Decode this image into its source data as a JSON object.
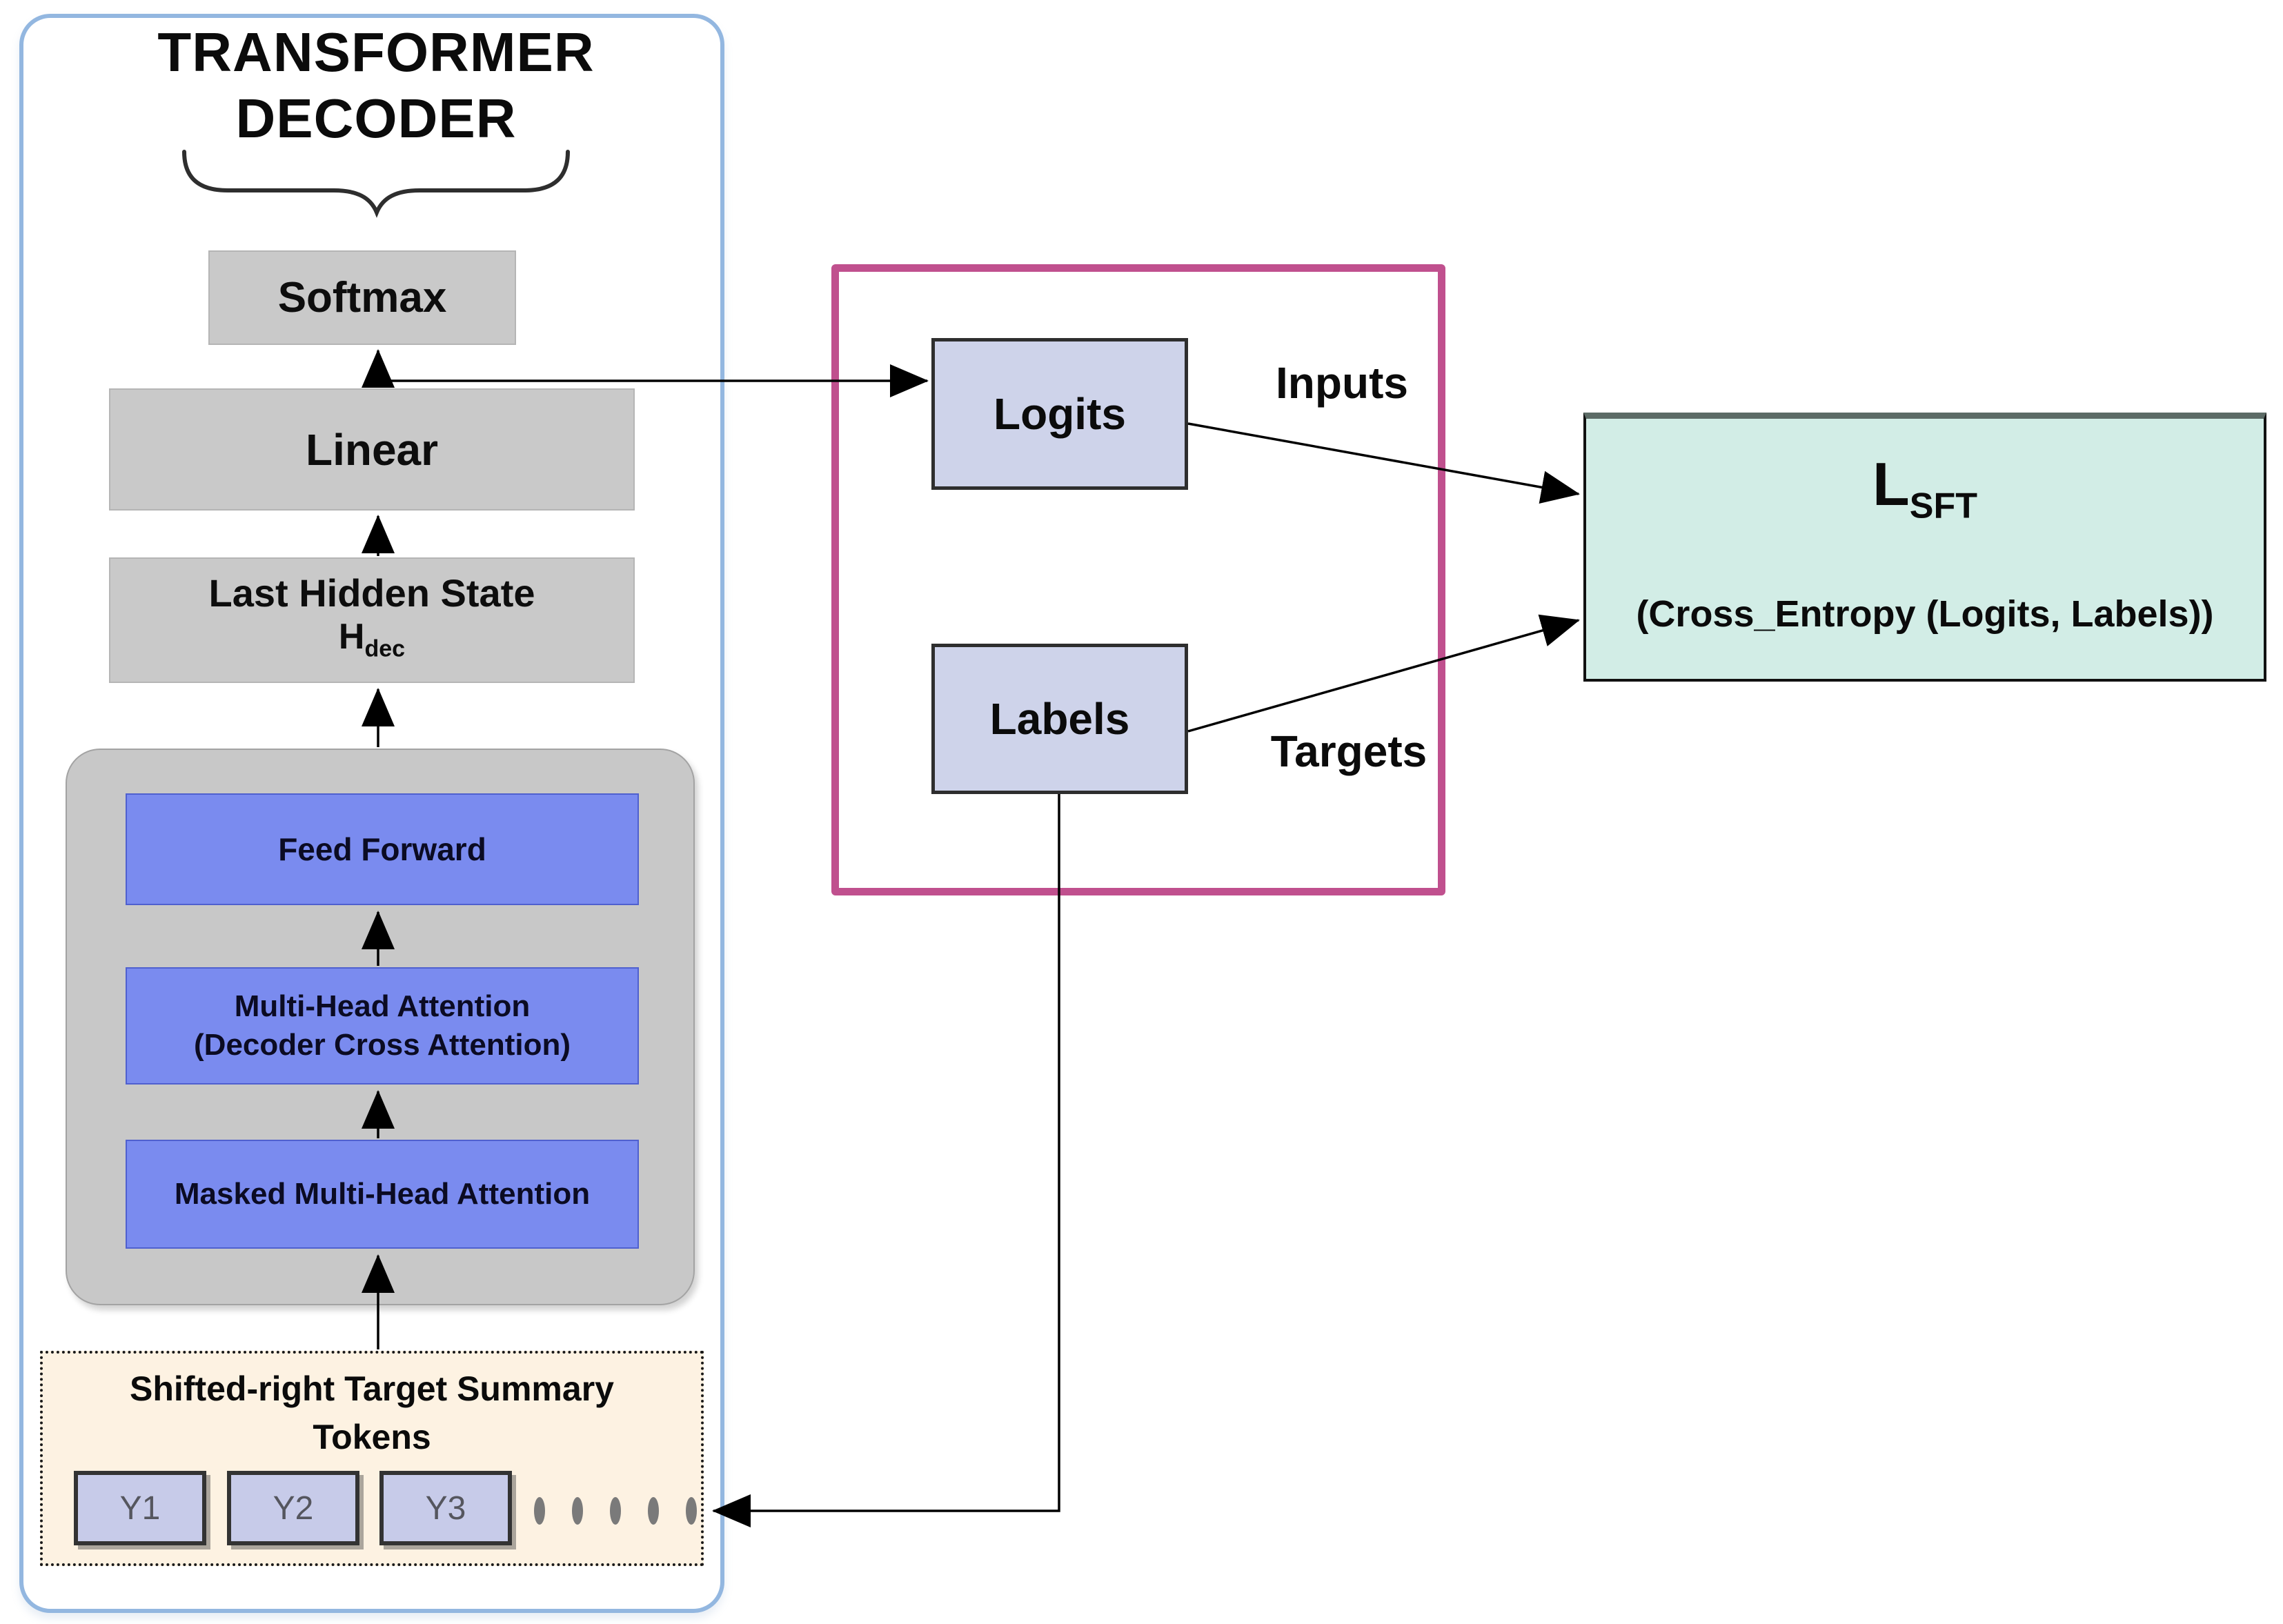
{
  "decoder": {
    "title_line1": "TRANSFORMER",
    "title_line2": "DECODER",
    "softmax_label": "Softmax",
    "linear_label": "Linear",
    "last_hidden_state_label": "Last Hidden State",
    "hidden_state_symbol": "H",
    "hidden_state_subscript": "dec",
    "feed_forward_label": "Feed Forward",
    "multi_head_attention_line1": "Multi-Head Attention",
    "multi_head_attention_line2": "(Decoder Cross Attention)",
    "masked_attention_label": "Masked Multi-Head Attention",
    "tokens_panel": {
      "title_line1": "Shifted-right Target Summary",
      "title_line2": "Tokens",
      "tokens": [
        "Y1",
        "Y2",
        "Y3"
      ]
    }
  },
  "loss_io": {
    "logits_label": "Logits",
    "labels_label": "Labels",
    "inputs_caption": "Inputs",
    "targets_caption": "Targets"
  },
  "loss_box": {
    "symbol": "L",
    "symbol_subscript": "SFT",
    "formula": "(Cross_Entropy (Logits, Labels))"
  },
  "colors": {
    "decoder_outline": "#93b7e0",
    "gray_block": "#c9c9c9",
    "stack_background": "#c8c8c8",
    "attention_block": "#7a8bef",
    "tokens_panel_fill": "#fdf2e2",
    "token_chip_fill": "#c7cbe9",
    "io_frame": "#c0508e",
    "io_chip_fill": "#ced3ea",
    "loss_fill": "#d2ede6",
    "connector": "#000000"
  }
}
